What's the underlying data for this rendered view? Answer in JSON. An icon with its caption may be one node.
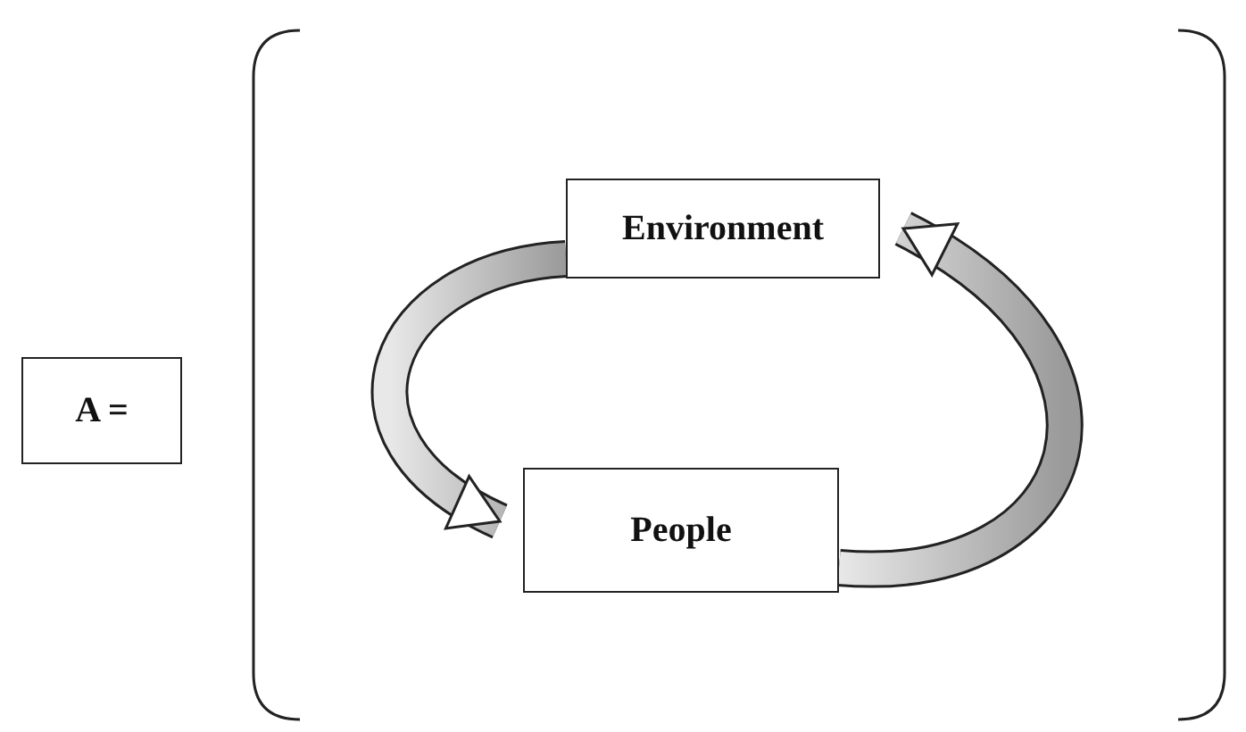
{
  "diagram": {
    "nodes": [
      {
        "text": [
          "A ="
        ]
      },
      {
        "text": [],
        "shape": "bracket"
      },
      {
        "text": [
          "Environment"
        ],
        "in": 1
      },
      {
        "text": [
          "People"
        ],
        "in": 1
      }
    ],
    "edges": [
      {
        "from": 2,
        "to": 3,
        "arrow": "to"
      },
      {
        "from": 3,
        "to": 2,
        "arrow": "to"
      }
    ]
  }
}
